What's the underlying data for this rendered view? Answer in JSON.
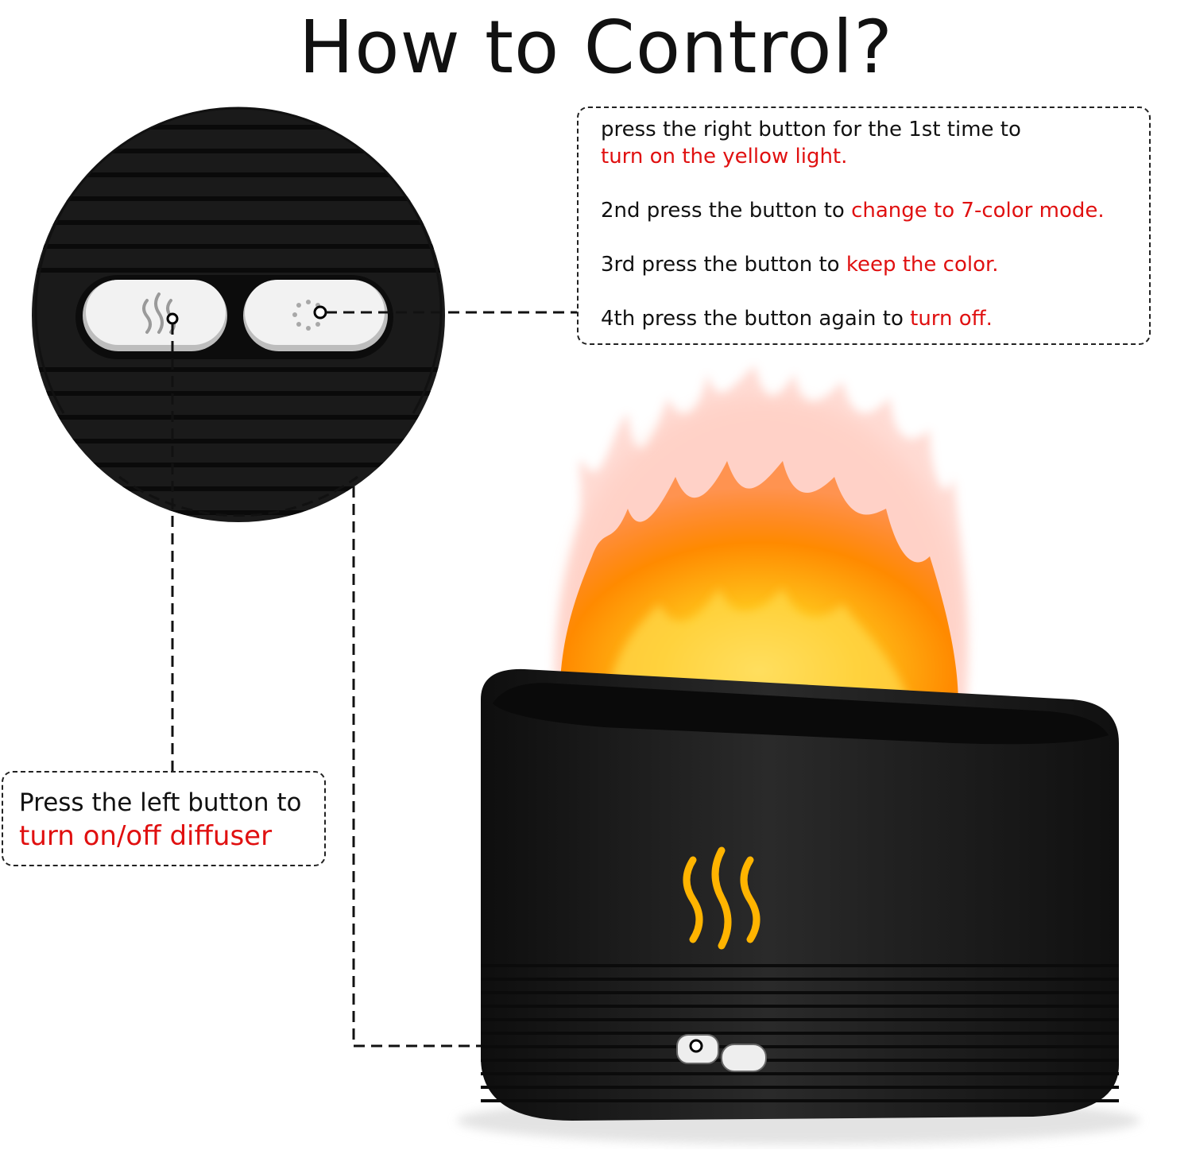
{
  "header": {
    "title": "How to Control?"
  },
  "right_callout": {
    "steps": [
      {
        "prefix": "press the right button for the 1st time to",
        "highlight": "turn on the yellow light."
      },
      {
        "prefix": "2nd press the button to ",
        "highlight": "change to 7-color mode."
      },
      {
        "prefix": "3rd press the button to ",
        "highlight": "keep the color."
      },
      {
        "prefix": "4th press the button again to ",
        "highlight": "turn off."
      }
    ]
  },
  "left_callout": {
    "line1": "Press the left button to",
    "highlight": "turn on/off diffuser"
  },
  "colors": {
    "highlight": "#e01010",
    "device_body": "#1c1c1c",
    "flame_core": "#ff9a00",
    "mist_icon": "#ffb400"
  },
  "icons": {
    "left_button": "mist-waves-icon",
    "right_button": "light-sun-icon",
    "device_indicator": "mist-waves-icon"
  }
}
